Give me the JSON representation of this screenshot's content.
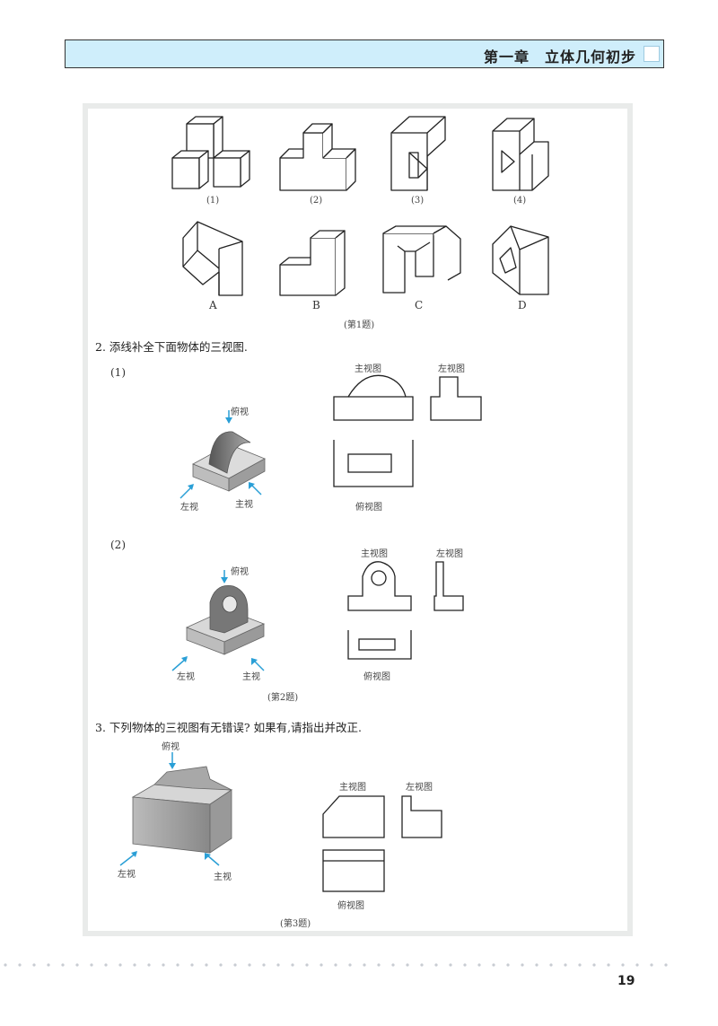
{
  "header": {
    "title": "第一章　立体几何初步"
  },
  "q1": {
    "figure_labels": [
      "(1)",
      "(2)",
      "(3)",
      "(4)"
    ],
    "option_labels": [
      "A",
      "B",
      "C",
      "D"
    ],
    "caption": "(第1题)"
  },
  "q2": {
    "prompt": "2. 添线补全下面物体的三视图.",
    "part1": {
      "label": "(1)",
      "top_view": "俯视",
      "left_view": "左视",
      "front_view": "主视",
      "front_view_drawing": "主视图",
      "left_view_drawing": "左视图",
      "top_view_drawing": "俯视图"
    },
    "part2": {
      "label": "(2)",
      "top_view": "俯视",
      "left_view": "左视",
      "front_view": "主视",
      "front_view_drawing": "主视图",
      "left_view_drawing": "左视图",
      "top_view_drawing": "俯视图"
    },
    "caption": "(第2题)"
  },
  "q3": {
    "prompt": "3. 下列物体的三视图有无错误? 如果有,请指出并改正.",
    "top_view": "俯视",
    "left_view": "左视",
    "front_view": "主视",
    "front_view_drawing": "主视图",
    "left_view_drawing": "左视图",
    "top_view_drawing": "俯视图",
    "caption": "(第3题)"
  },
  "page_number": "19"
}
